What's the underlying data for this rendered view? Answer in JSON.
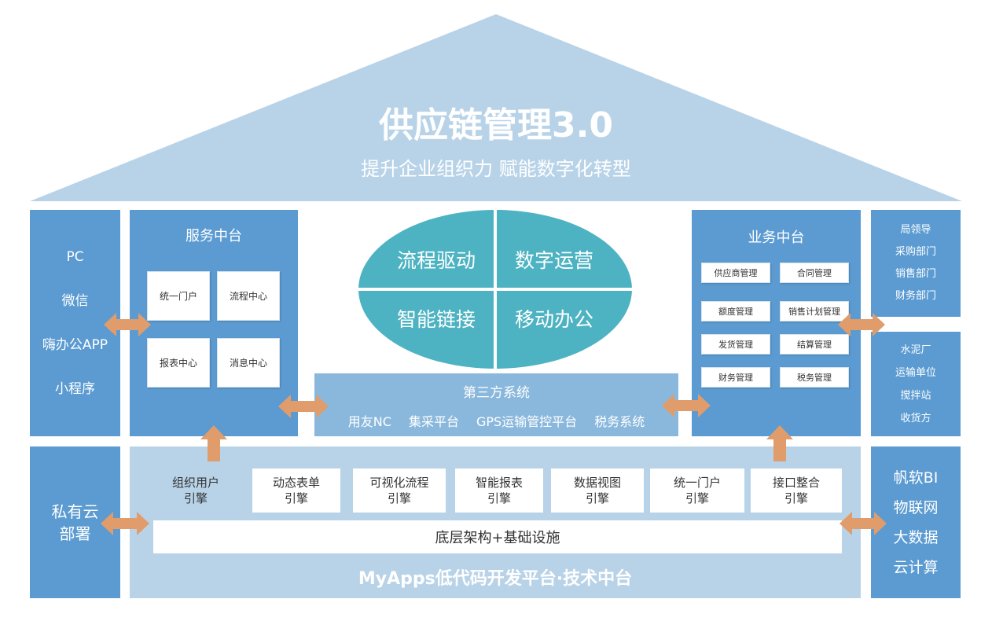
{
  "roof": {
    "title": "供应链管理3.0",
    "subtitle": "提升企业组织力 赋能数字化转型"
  },
  "left_channels": [
    "PC",
    "微信",
    "嗨办公APP",
    "小程序"
  ],
  "service_platform": {
    "title": "服务中台",
    "cards": [
      "统一门户",
      "流程中心",
      "报表中心",
      "消息中心"
    ]
  },
  "center_oval": [
    "流程驱动",
    "数字运营",
    "智能链接",
    "移动办公"
  ],
  "third_party": {
    "title": "第三方系统",
    "items": [
      "用友NC",
      "集采平台",
      "GPS运输管控平台",
      "税务系统"
    ]
  },
  "business_platform": {
    "title": "业务中台",
    "cards": [
      "供应商管理",
      "合同管理",
      "额度管理",
      "销售计划管理",
      "发货管理",
      "结算管理",
      "财务管理",
      "税务管理"
    ]
  },
  "right_top": [
    "局领导",
    "采购部门",
    "销售部门",
    "财务部门"
  ],
  "right_middle": [
    "水泥厂",
    "运输单位",
    "搅拌站",
    "收货方"
  ],
  "left_bottom": {
    "line1": "私有云",
    "line2": "部署"
  },
  "right_bottom": [
    "帆软BI",
    "物联网",
    "大数据",
    "云计算"
  ],
  "engines": [
    {
      "name": "组织用户",
      "suffix": "引擎"
    },
    {
      "name": "动态表单",
      "suffix": "引擎"
    },
    {
      "name": "可视化流程",
      "suffix": "引擎"
    },
    {
      "name": "智能报表",
      "suffix": "引擎"
    },
    {
      "name": "数据视图",
      "suffix": "引擎"
    },
    {
      "name": "统一门户",
      "suffix": "引擎"
    },
    {
      "name": "接口整合",
      "suffix": "引擎"
    }
  ],
  "infrastructure": "底层架构+基础设施",
  "platform_footer": "MyApps低代码开发平台·技术中台",
  "colors": {
    "dark_blue": "#5b9bd1",
    "light_blue": "#b8d3e8",
    "oval_teal": "#4db3c2",
    "arrow": "#e09c6a"
  }
}
